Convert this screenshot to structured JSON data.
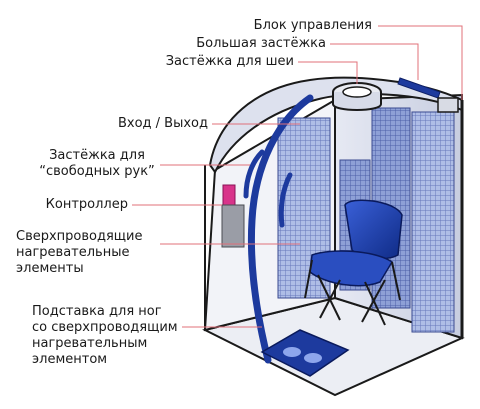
{
  "labels": {
    "control_unit": "Блок управления",
    "big_zipper": "Большая застёжка",
    "neck_zipper": "Застёжка для шеи",
    "entrance_exit": "Вход / Выход",
    "handsfree_zipper_line1": "Застёжка для",
    "handsfree_zipper_line2": "“свободных рук”",
    "controller": "Контроллер",
    "heating_elements_line1": "Сверхпроводящие",
    "heating_elements_line2": "нагревательные",
    "heating_elements_line3": "элементы",
    "footrest_line1": "Подставка для ног",
    "footrest_line2": "со сверхпроводящим",
    "footrest_line3": "нагревательным",
    "footrest_line4": "элементом"
  },
  "colors": {
    "leader_line": "#e0707a",
    "tent_outline": "#1a1a1a",
    "panel_blue": "#6a7fc0",
    "chair_blue": "#1e3fa8",
    "zipper_blue": "#1d3a9e",
    "controller_pink": "#d8338a"
  }
}
